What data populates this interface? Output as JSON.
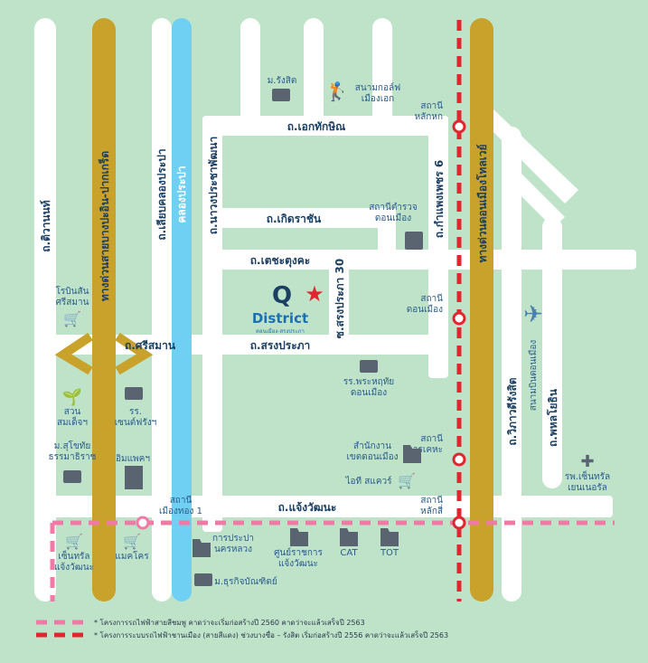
{
  "colors": {
    "background": "#bfe3c9",
    "road": "#ffffff",
    "expressway": "#c9a22c",
    "canal": "#6fd0f4",
    "pink_line": "#f07aa6",
    "red_line": "#e0262e",
    "star": "#e0262e",
    "brand": "#1b6fb5"
  },
  "roads": {
    "ekkachai": "ถ.เอกทักษิณ",
    "koetrachan": "ถ.เกิดราชัน",
    "techatunga": "ถ.เตชะตุงคะ",
    "srisaman": "ถ.ศรีสมาน",
    "songprapa": "ถ.สรงประภา",
    "chaengwattana": "ถ.แจ้งวัฒนะ",
    "tiwanon": "ถ.ติวานนท์",
    "bangpa_in_expressway": "ทางด่วนสายบางปะอิน-ปากเกร็ด",
    "liab_khlong_prapa": "ถ.เลียบคลองประปา",
    "khlong_prapa": "คลองประปา",
    "nawong": "ถ.นาวงประชาพัฒนา",
    "soi_songprapa_30": "ซ.สรงประภา 30",
    "kamphaeng_phet_6": "ถ.กำแพงเพชร 6",
    "don_mueang_tollway": "ทางด่วนดอนเมืองโทลเวย์",
    "vibhavadi": "ถ.วิภาวดีรังสิต",
    "phahonyothin": "ถ.พหลโยธิน"
  },
  "stations": {
    "lak_hok": "สถานี\nหลักหก",
    "don_mueang": "สถานี\nดอนเมือง",
    "kan_kheha": "สถานี\nการเคหะ",
    "lak_si": "สถานี\nหลักสี่",
    "mueang_thong_1": "สถานี\nเมืองทอง 1"
  },
  "pois": {
    "rangsit_univ": "ม.รังสิต",
    "golf": "สนามกอล์ฟ\nเมืองเอก",
    "police": "สถานีตำรวจ\nดอนเมือง",
    "robinson": "โรบินสัน\nศรีสมาน",
    "prachathipat_school": "รร.พระหฤทัย\nดอนเมือง",
    "park": "สวน\nสมเด็จฯ",
    "st_francis": "รร.\nเซนต์ฟรังฯ",
    "sukhothai_univ": "ม.สุโขทัย\nธรรมาธิราช",
    "impact": "อิมแพคฯ",
    "district_office": "สำนักงาน\nเขตดอนเมือง",
    "it_square": "ไอที สแควร์",
    "central_chaeng": "เซ็นทรัล\nแจ้งวัฒนะ",
    "makro": "แมคโคร",
    "provincial_water": "การประปา\nนครหลวง",
    "government_center": "ศูนย์ราชการ\nแจ้งวัฒนะ",
    "cat": "CAT",
    "tot": "TOT",
    "dhurakij": "ม.ธุรกิจบัณฑิตย์",
    "airport": "สนามบินดอนเมือง",
    "bangkok_hospital": "รพ.เซ็นทรัล\nเยนเนอรัล"
  },
  "brand": {
    "logo_letter": "Q",
    "name": "District",
    "tagline": "ดอนเมือง-สรงประภา"
  },
  "legend": {
    "pink": "* โครงการรถไฟฟ้าสายสีชมพู คาดว่าจะเริ่มก่อสร้างปี 2560 คาดว่าจะแล้วเสร็จปี 2563",
    "red": "* โครงการระบบรถไฟฟ้าชานเมือง (สายสีแดง) ช่วงบางซื่อ – รังสิต เริ่มก่อสร้างปี 2556 คาดว่าจะแล้วเสร็จปี 2563"
  }
}
